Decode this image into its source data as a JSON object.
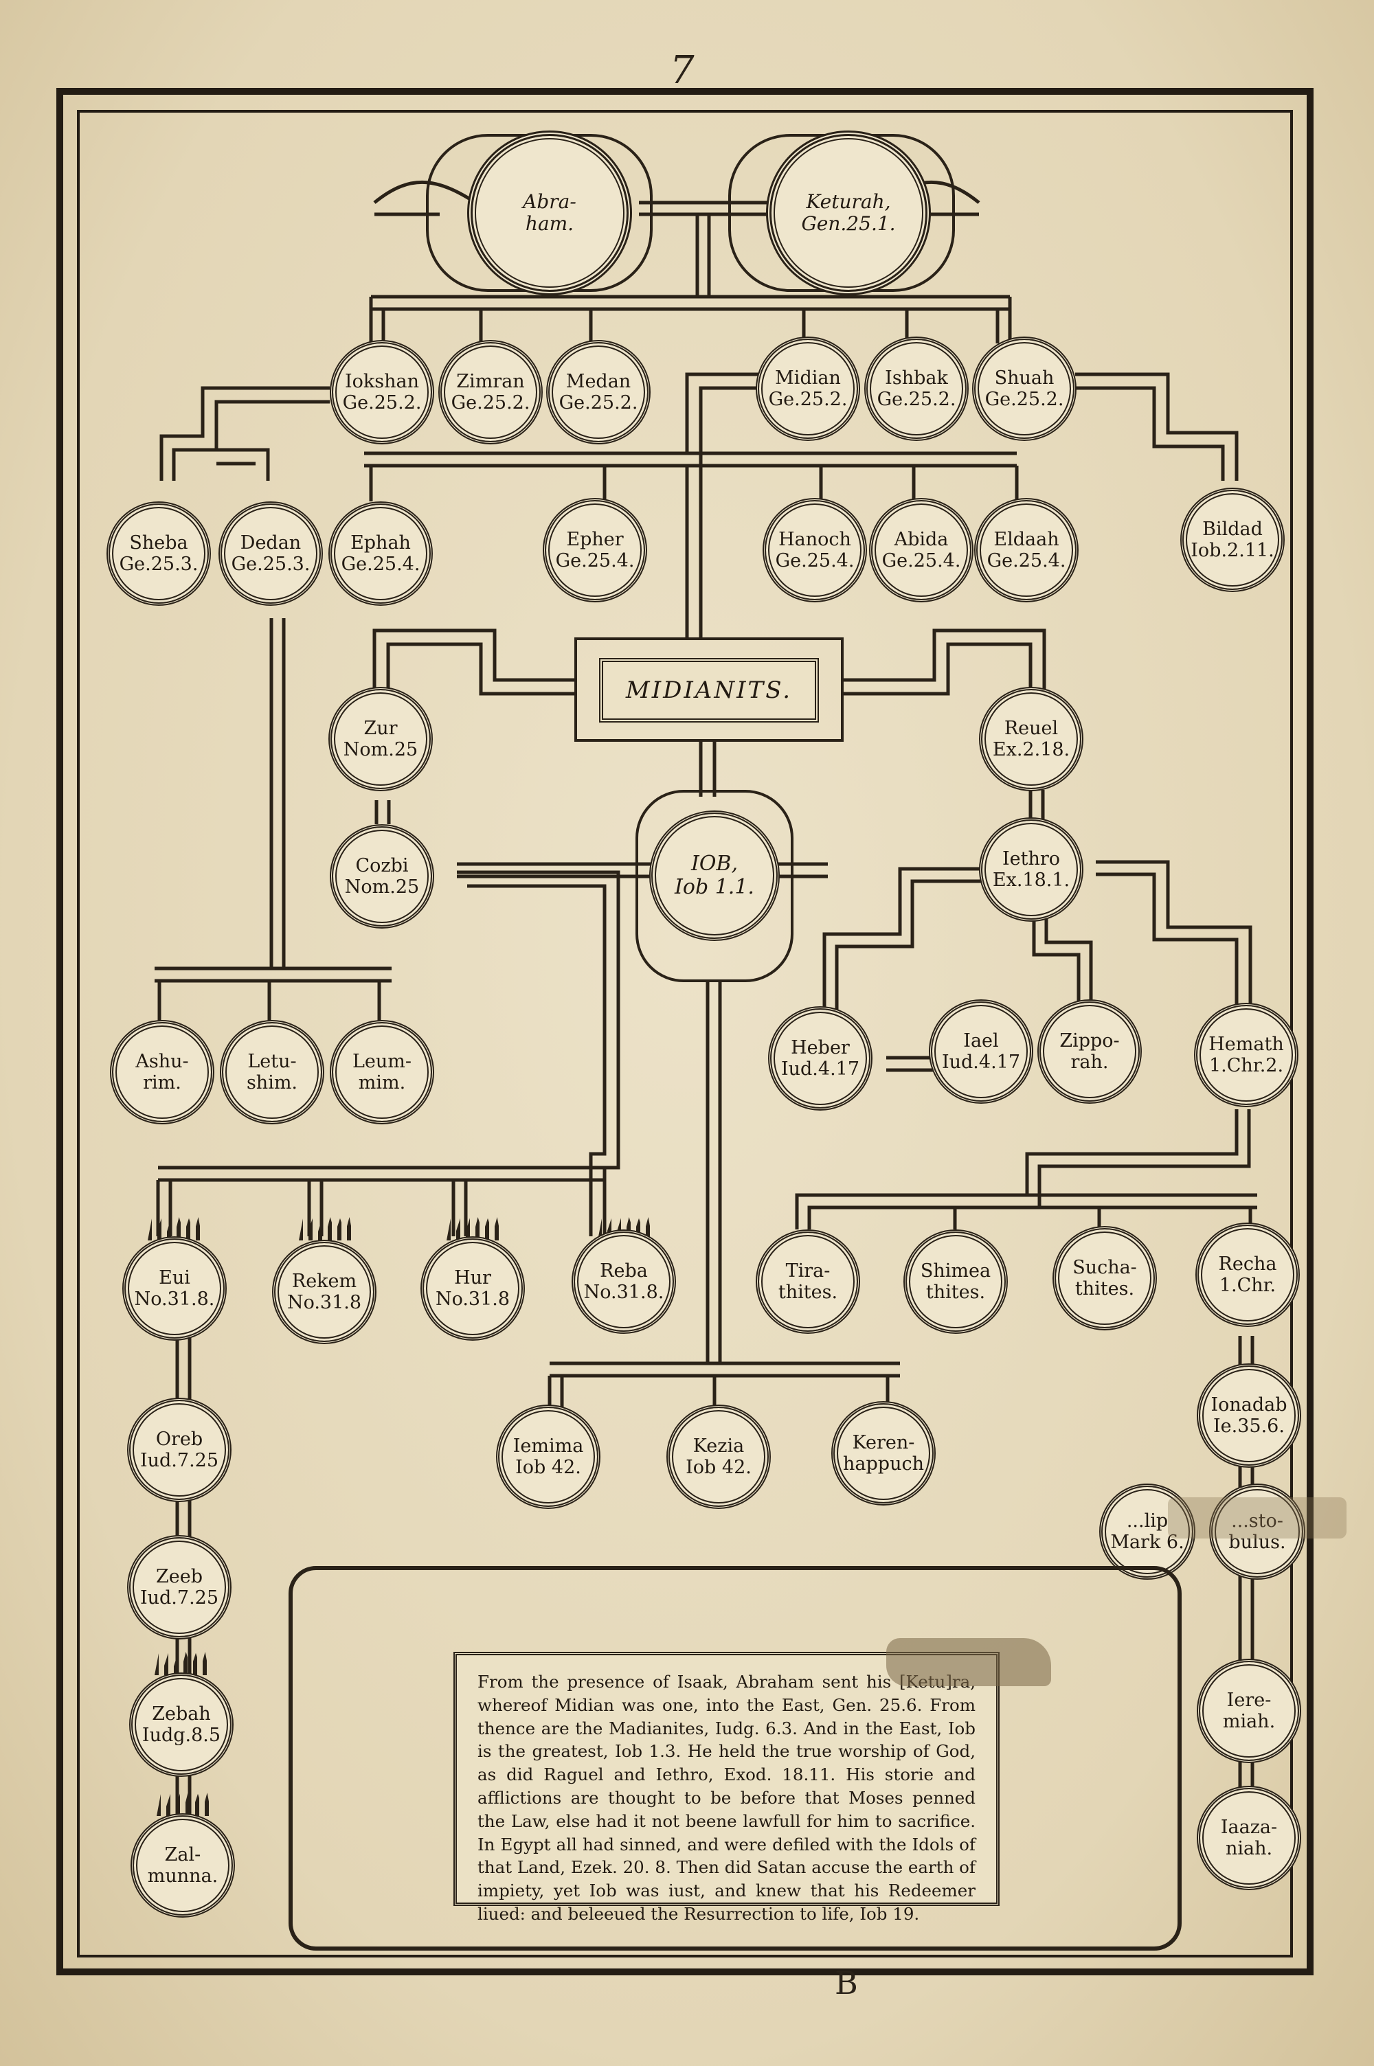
{
  "page_number": "7",
  "signature": "B",
  "banner": "MIDIANITS.",
  "nodes": {
    "abraham": "Abra-\nham.",
    "keturah": "Keturah,\nGen.25.1.",
    "jokshan": "Iokshan\nGe.25.2.",
    "zimran": "Zimran\nGe.25.2.",
    "medan": "Medan\nGe.25.2.",
    "midian": "Midian\nGe.25.2.",
    "ishbak": "Ishbak\nGe.25.2.",
    "shuah": "Shuah\nGe.25.2.",
    "sheba": "Sheba\nGe.25.3.",
    "dedan": "Dedan\nGe.25.3.",
    "ephah": "Ephah\nGe.25.4.",
    "epher": "Epher\nGe.25.4.",
    "hanoch": "Hanoch\nGe.25.4.",
    "abida": "Abida\nGe.25.4.",
    "eldaah": "Eldaah\nGe.25.4.",
    "bildad": "Bildad\nIob.2.11.",
    "zur": "Zur\nNom.25",
    "reuel": "Reuel\nEx.2.18.",
    "cozbi": "Cozbi\nNom.25",
    "job": "IOB,\nIob 1.1.",
    "jethro": "Iethro\nEx.18.1.",
    "ashurim": "Ashu-\nrim.",
    "letushim": "Letu-\nshim.",
    "leummim": "Leum-\nmim.",
    "heber": "Heber\nIud.4.17",
    "jael": "Iael\nIud.4.17",
    "zipporah": "Zippo-\nrah.",
    "hemath": "Hemath\n1.Chr.2.",
    "evi": "Eui\nNo.31.8.",
    "rekem": "Rekem\nNo.31.8",
    "hur": "Hur\nNo.31.8",
    "reba": "Reba\nNo.31.8.",
    "tirathites": "Tira-\nthites.",
    "shimeathites": "Shimea\nthites.",
    "suchathites": "Sucha-\nthites.",
    "rechab": "Recha\n1.Chr.",
    "oreb": "Oreb\nIud.7.25",
    "jemima": "Iemima\nIob 42.",
    "kezia": "Kezia\nIob 42.",
    "kerenhappuch": "Keren-\nhappuch",
    "jonadab": "Ionadab\nIe.35.6.",
    "philip": "...lip\nMark 6.",
    "aristobulus": "...sto-\nbulus.",
    "zeeb": "Zeeb\nIud.7.25",
    "jeremiah": "Iere-\nmiah.",
    "zebah": "Zebah\nIudg.8.5",
    "jaazaniah": "Iaaza-\nniah.",
    "zalmunna": "Zal-\nmunna."
  },
  "caption": "From the presence of Isaak, Abraham sent his [Ketu]ra, whereof Midian was one, into the East, Gen. 25.6. From thence are the Madianites, Iudg. 6.3. And in the East, Iob is the greatest, Iob 1.3. He held the true worship of God, as did Raguel and Iethro, Exod. 18.11. His storie and afflictions are thought to be before that Moses penned the Law, else had it not beene lawfull for him to sacrifice. In Egypt all had sinned, and were defiled with the Idols of that Land, Ezek. 20. 8. Then did Satan accuse the earth of impiety, yet Iob was iust, and knew that his Redeemer liued: and beleeued the Resurrection to life, Iob 19."
}
